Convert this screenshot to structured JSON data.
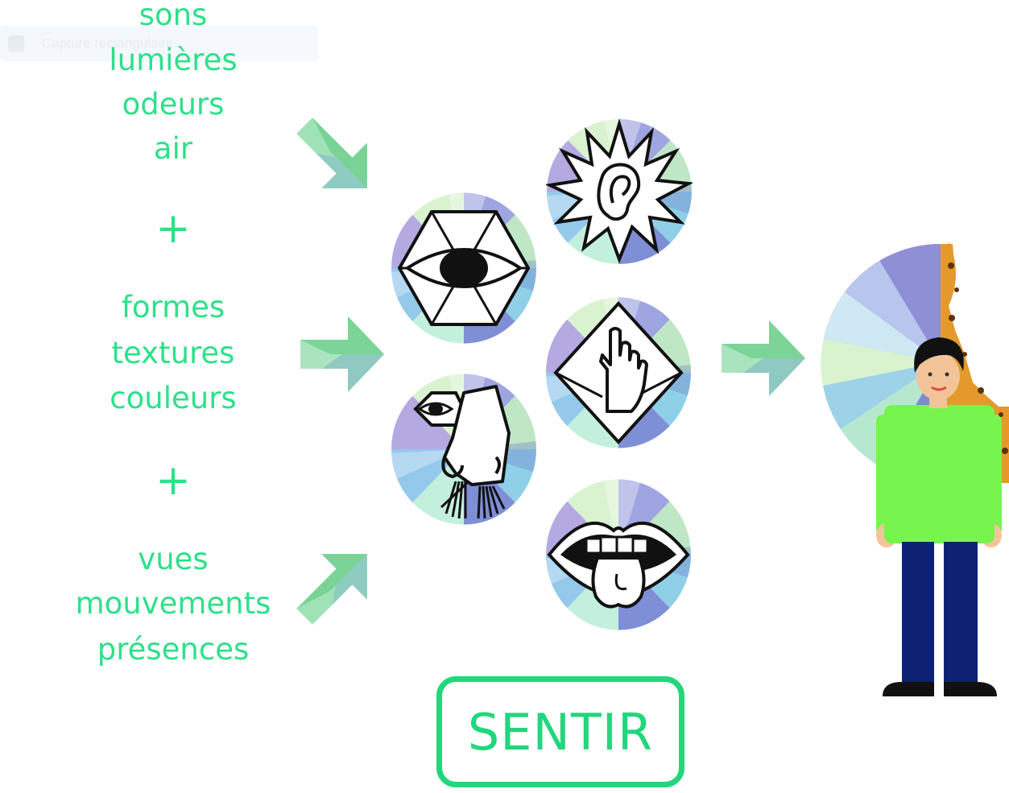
{
  "overlay": {
    "ghost_text": "Capture rectangulaire"
  },
  "stimuli": {
    "group1": [
      "sons",
      "lumières",
      "odeurs",
      "air"
    ],
    "plus1": "+",
    "group2": [
      "formes",
      "textures",
      "couleurs"
    ],
    "plus2": "+",
    "group3": [
      "vues",
      "mouvements",
      "présences"
    ]
  },
  "senses": [
    {
      "name": "hearing",
      "icon": "ear-icon"
    },
    {
      "name": "sight",
      "icon": "eye-icon"
    },
    {
      "name": "touch",
      "icon": "hand-icon"
    },
    {
      "name": "smell",
      "icon": "nose-icon"
    },
    {
      "name": "taste",
      "icon": "mouth-icon"
    }
  ],
  "action": {
    "label": "SENTIR"
  },
  "colors": {
    "accent": "#2ee08a",
    "box_border": "#22d67c",
    "person_shirt": "#77f54e",
    "person_pants": "#0d2272",
    "leopard": "#e39a2a"
  }
}
